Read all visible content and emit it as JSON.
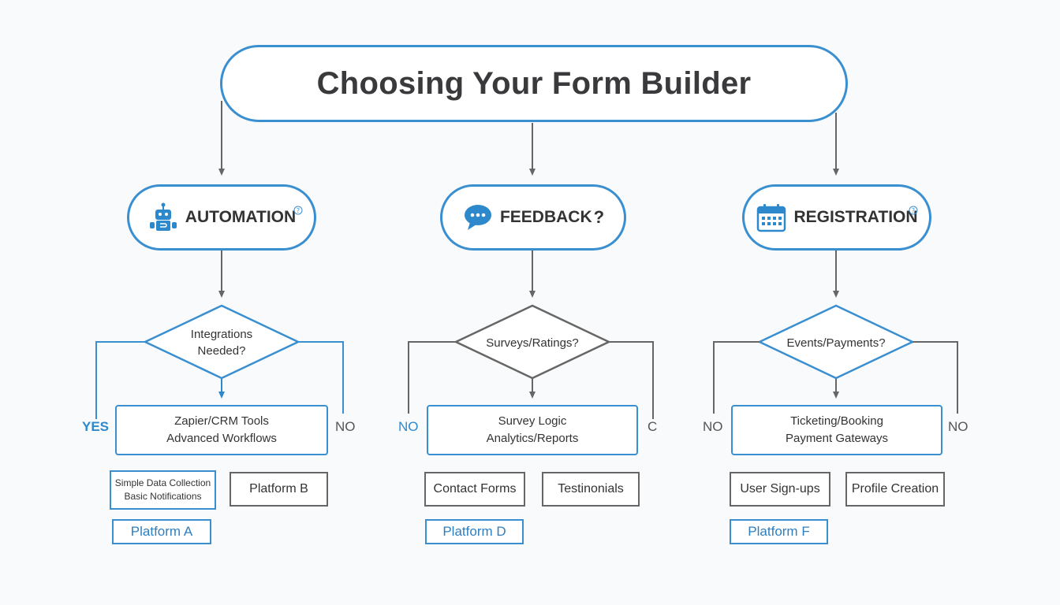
{
  "title": "Choosing Your Form Builder",
  "colors": {
    "accent": "#3a8fd0",
    "connector": "#666666",
    "text": "#333333"
  },
  "categories": [
    {
      "label": "AUTOMATION",
      "icon": "robot-icon",
      "has_help": true
    },
    {
      "label": "FEEDBACK",
      "suffix": "?",
      "icon": "chat-bubble-icon"
    },
    {
      "label": "REGISTRATION",
      "icon": "calendar-icon",
      "has_help": true
    }
  ],
  "decisions": [
    {
      "line1": "Integrations",
      "line2": "Needed?"
    },
    {
      "line1": "Surveys/Ratings?"
    },
    {
      "line1": "Events/Payments?"
    }
  ],
  "answers": [
    {
      "line1": "Zapier/CRM Tools",
      "line2": "Advanced Workflows",
      "left": "YES",
      "right": "NO"
    },
    {
      "line1": "Survey Logic",
      "line2": "Analytics/Reports",
      "left": "NO",
      "right": "C"
    },
    {
      "line1": "Ticketing/Booking",
      "line2": "Payment Gateways",
      "left": "NO",
      "right": "NO"
    }
  ],
  "options": [
    {
      "a_line1": "Simple Data Collection",
      "a_line2": "Basic Notifications",
      "b": "Platform B"
    },
    {
      "a": "Contact Forms",
      "b": "Testinonials"
    },
    {
      "a": "User Sign-ups",
      "b": "Profile Creation"
    }
  ],
  "platforms": [
    "Platform A",
    "Platform D",
    "Platform F"
  ]
}
